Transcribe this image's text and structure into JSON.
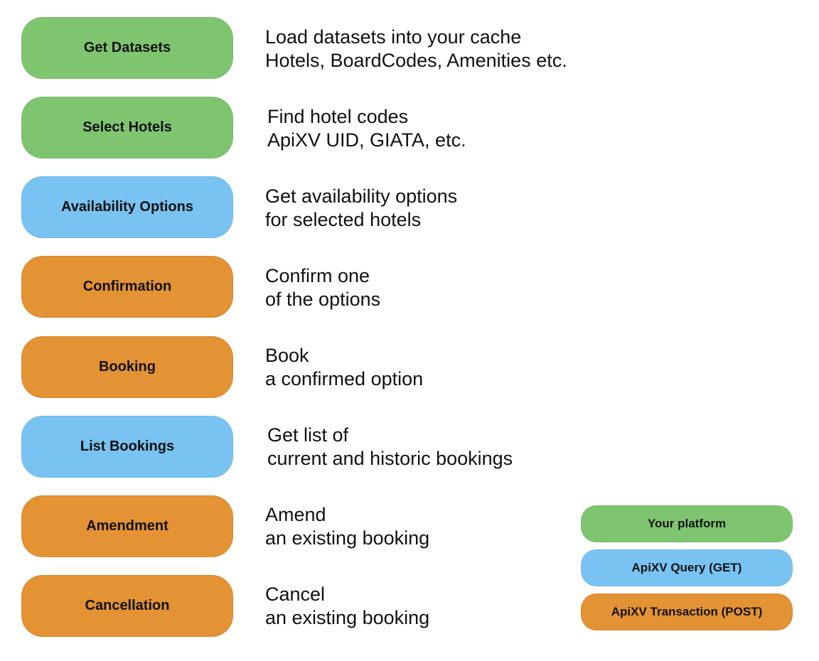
{
  "colors": {
    "platform": "#7fc570",
    "query": "#78c3f2",
    "transaction": "#e39234"
  },
  "steps": [
    {
      "label": "Get Datasets",
      "kind": "platform",
      "desc": [
        "Load datasets into your cache",
        "Hotels, BoardCodes, Amenities etc."
      ]
    },
    {
      "label": "Select Hotels",
      "kind": "platform",
      "desc": [
        "Find hotel codes",
        "ApiXV UID, GIATA, etc."
      ]
    },
    {
      "label": "Availability Options",
      "kind": "query",
      "desc": [
        "Get availability options",
        "for selected hotels"
      ]
    },
    {
      "label": "Confirmation",
      "kind": "transaction",
      "desc": [
        "Confirm one",
        "of the options"
      ]
    },
    {
      "label": "Booking",
      "kind": "transaction",
      "desc": [
        "Book",
        "a confirmed option"
      ]
    },
    {
      "label": "List Bookings",
      "kind": "query",
      "desc": [
        "Get list of",
        "current and historic bookings"
      ]
    },
    {
      "label": "Amendment",
      "kind": "transaction",
      "desc": [
        "Amend",
        "an existing booking"
      ]
    },
    {
      "label": "Cancellation",
      "kind": "transaction",
      "desc": [
        "Cancel",
        "an existing booking"
      ]
    }
  ],
  "legend": [
    {
      "label": "Your platform",
      "kind": "platform"
    },
    {
      "label": "ApiXV Query (GET)",
      "kind": "query"
    },
    {
      "label": "ApiXV Transaction (POST)",
      "kind": "transaction"
    }
  ]
}
